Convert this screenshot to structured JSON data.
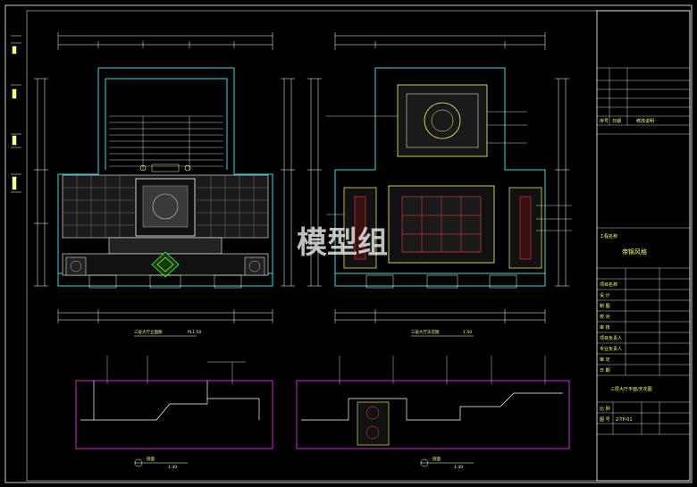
{
  "watermark": "模型组",
  "title_block": {
    "project_name": "帝锦风格",
    "drawing_title": "三层大厅平面/天花图",
    "drawing_no": "2-TP-01",
    "col_headers": [
      "序号",
      "日期",
      "修改说明"
    ],
    "rows": [
      "工程名称",
      "项目名称",
      "设  计",
      "制  图",
      "校  对",
      "审  核",
      "项目负责人",
      "专业负责人",
      "审  定",
      "日  期",
      "比  例",
      "图  号"
    ]
  },
  "views": [
    {
      "id": "elev-left",
      "title": "三层大厅立面图",
      "scale": "PL1:50"
    },
    {
      "id": "elev-right",
      "title": "三层大厅天花图",
      "scale": "1:50"
    },
    {
      "id": "sect-left",
      "title": "剖面",
      "scale": "1:30"
    },
    {
      "id": "sect-right",
      "title": "剖面",
      "scale": "1:30"
    }
  ],
  "colors": {
    "background": "#000000",
    "line_white": "#ffffff",
    "line_cyan": "#33dddd",
    "line_yellow": "#ffff66",
    "line_magenta": "#ff33ff",
    "line_red": "#ff4444",
    "line_green": "#44ff44"
  }
}
